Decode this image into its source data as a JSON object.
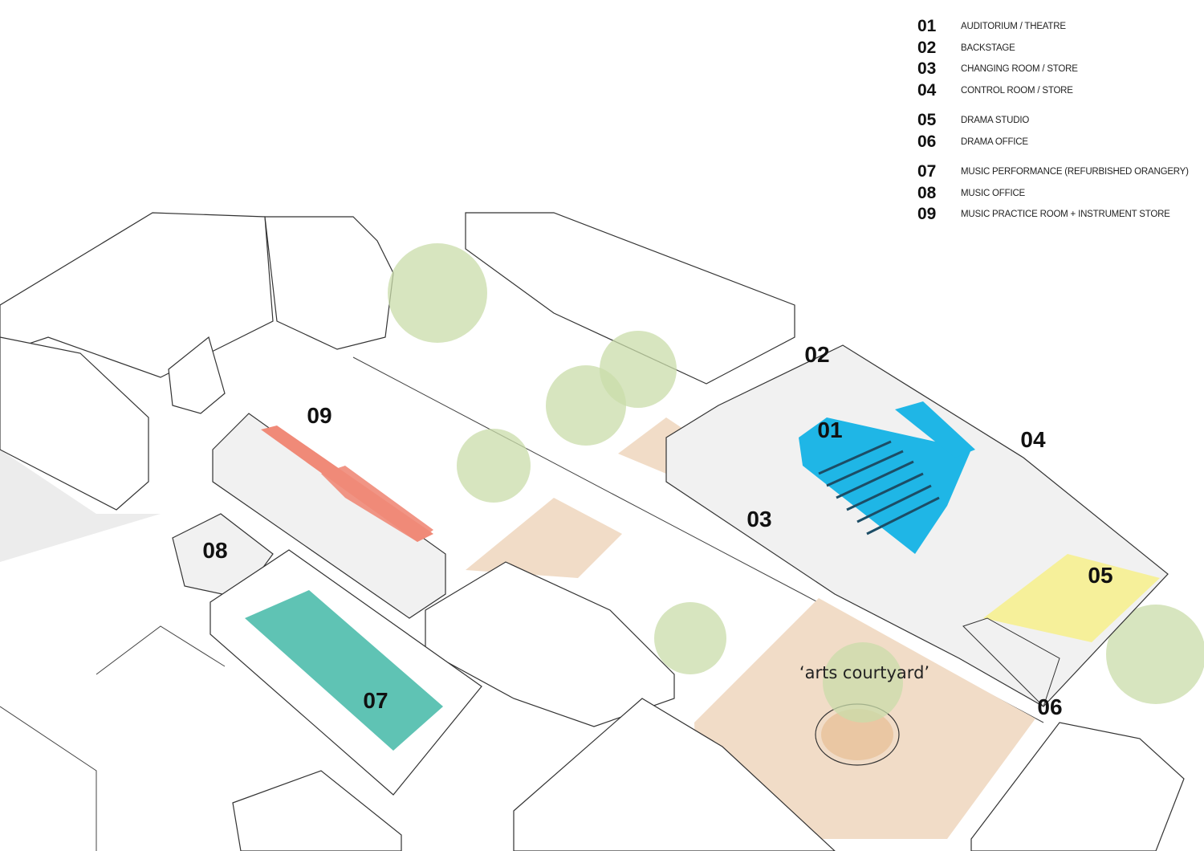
{
  "legend": [
    {
      "num": "01",
      "label": "AUDITORIUM /  THEATRE"
    },
    {
      "num": "02",
      "label": "BACKSTAGE"
    },
    {
      "num": "03",
      "label": "CHANGING ROOM /  STORE"
    },
    {
      "num": "04",
      "label": "CONTROL ROOM / STORE"
    },
    {
      "num": "05",
      "label": "DRAMA STUDIO"
    },
    {
      "num": "06",
      "label": "DRAMA OFFICE"
    },
    {
      "num": "07",
      "label": "MUSIC PERFORMANCE (REFURBISHED ORANGERY)"
    },
    {
      "num": "08",
      "label": "MUSIC OFFICE"
    },
    {
      "num": "09",
      "label": "MUSIC PRACTICE ROOM + INSTRUMENT STORE"
    }
  ],
  "map_labels": {
    "l01": "01",
    "l02": "02",
    "l03": "03",
    "l04": "04",
    "l05": "05",
    "l06": "06",
    "l07": "07",
    "l08": "08",
    "l09": "09",
    "courtyard": "‘arts courtyard’"
  },
  "colors": {
    "auditorium": "#1fb6e6",
    "practice": "#f08a78",
    "music_performance": "#5fc3b4",
    "drama_studio": "#f6f09a",
    "courtyard": "#f1dcc7",
    "trees": "#c9dcaa"
  }
}
